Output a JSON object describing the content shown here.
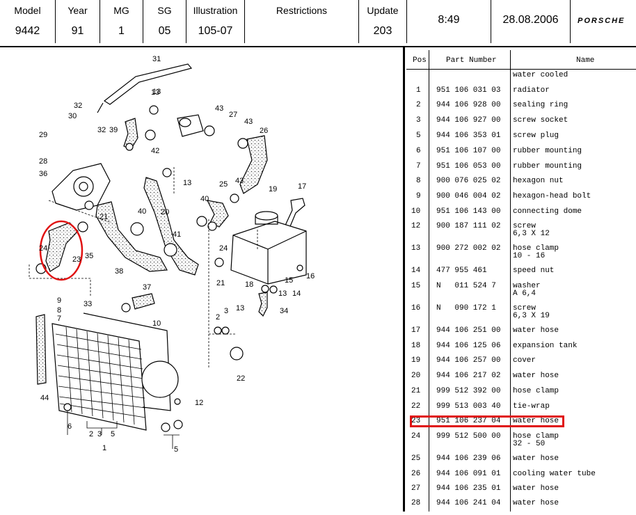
{
  "header": {
    "cols": [
      {
        "label": "Model",
        "value": "9442"
      },
      {
        "label": "Year",
        "value": "91"
      },
      {
        "label": "MG",
        "value": "1"
      },
      {
        "label": "SG",
        "value": "05"
      },
      {
        "label": "Illustration",
        "value": "105-07"
      },
      {
        "label": "Restrictions",
        "value": ""
      },
      {
        "label": "Update",
        "value": "203"
      }
    ],
    "time": "8:49",
    "date": "28.08.2006",
    "brand": "PORSCHE"
  },
  "table": {
    "col_pos": "Pos",
    "col_part": "Part Number",
    "col_name": "Name",
    "rows": [
      {
        "pos": "",
        "part": "",
        "name": "water cooled"
      },
      {
        "pos": "1",
        "part": "951 106 031 03",
        "name": "radiator"
      },
      {
        "pos": "2",
        "part": "944 106 928 00",
        "name": "sealing ring"
      },
      {
        "pos": "3",
        "part": "944 106 927 00",
        "name": "screw socket"
      },
      {
        "pos": "5",
        "part": "944 106 353 01",
        "name": "screw plug"
      },
      {
        "pos": "6",
        "part": "951 106 107 00",
        "name": "rubber mounting"
      },
      {
        "pos": "7",
        "part": "951 106 053 00",
        "name": "rubber mounting"
      },
      {
        "pos": "8",
        "part": "900 076 025 02",
        "name": "hexagon nut"
      },
      {
        "pos": "9",
        "part": "900 046 004 02",
        "name": "hexagon-head bolt"
      },
      {
        "pos": "10",
        "part": "951 106 143 00",
        "name": "connecting dome"
      },
      {
        "pos": "12",
        "part": "900 187 111 02",
        "name": "screw",
        "name2": "6,3 X 12"
      },
      {
        "pos": "13",
        "part": "900 272 002 02",
        "name": "hose clamp",
        "name2": "10 - 16"
      },
      {
        "pos": "14",
        "part": "477 955 461",
        "name": "speed nut"
      },
      {
        "pos": "15",
        "part": "N   011 524 7",
        "name": "washer",
        "name2": "A 6,4"
      },
      {
        "pos": "16",
        "part": "N   090 172 1",
        "name": "screw",
        "name2": "6,3 X 19"
      },
      {
        "pos": "17",
        "part": "944 106 251 00",
        "name": "water hose"
      },
      {
        "pos": "18",
        "part": "944 106 125 06",
        "name": "expansion tank"
      },
      {
        "pos": "19",
        "part": "944 106 257 00",
        "name": "cover"
      },
      {
        "pos": "20",
        "part": "944 106 217 02",
        "name": "water hose"
      },
      {
        "pos": "21",
        "part": "999 512 392 00",
        "name": "hose clamp"
      },
      {
        "pos": "22",
        "part": "999 513 003 40",
        "name": "tie-wrap"
      },
      {
        "pos": "23",
        "part": "951 106 237 04",
        "name": "water hose",
        "highlight": true
      },
      {
        "pos": "24",
        "part": "999 512 500 00",
        "name": "hose clamp",
        "name2": "32 - 50"
      },
      {
        "pos": "25",
        "part": "944 106 239 06",
        "name": "water hose"
      },
      {
        "pos": "26",
        "part": "944 106 091 01",
        "name": "cooling water tube"
      },
      {
        "pos": "27",
        "part": "944 106 235 01",
        "name": "water hose"
      },
      {
        "pos": "28",
        "part": "944 106 241 04",
        "name": "water hose"
      }
    ]
  },
  "diagram": {
    "callouts": [
      "31",
      "13",
      "32",
      "30",
      "29",
      "32",
      "39",
      "43",
      "27",
      "43",
      "26",
      "13",
      "42",
      "28",
      "36",
      "13",
      "20",
      "25",
      "43",
      "19",
      "17",
      "40",
      "40",
      "21",
      "41",
      "24",
      "35",
      "23",
      "24",
      "38",
      "21",
      "37",
      "18",
      "13",
      "15",
      "14",
      "16",
      "9",
      "33",
      "8",
      "7",
      "10",
      "2",
      "3",
      "13",
      "34",
      "22",
      "44",
      "12",
      "6",
      "2",
      "3",
      "5",
      "1",
      "5"
    ],
    "highlight_label": "23"
  }
}
